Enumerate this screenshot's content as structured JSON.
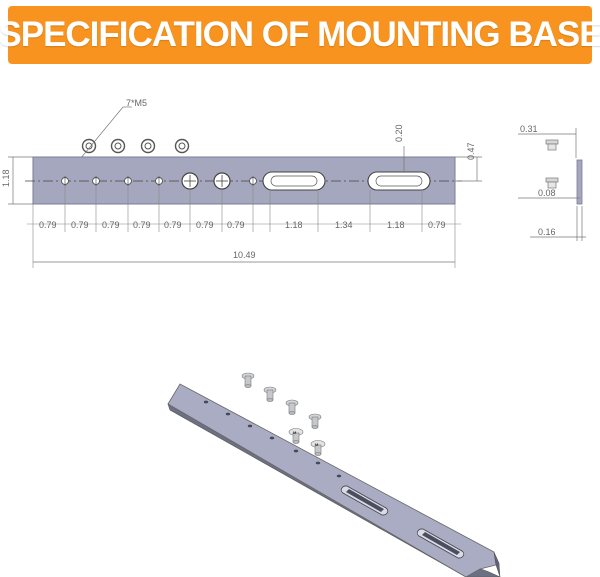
{
  "header": {
    "title": "SPECIFICATION OF MOUNTING BASE",
    "background_color": "#f7931e",
    "text_color": "#ffffff"
  },
  "drawing": {
    "part_color": "#a4a7bd",
    "screw_callout": "7*M5",
    "height_label": "1.18",
    "top_gap_label": "0.20",
    "right_gap_label": "0.47",
    "spacing_labels": [
      "0.79",
      "0.79",
      "0.79",
      "0.79",
      "0.79",
      "0.79",
      "0.79",
      "1.18",
      "1.34",
      "1.18",
      "0.79"
    ],
    "total_length_label": "10.49",
    "side_view": {
      "top_label": "0.31",
      "mid_label": "0.08",
      "bottom_label": "0.16"
    }
  },
  "isometric": {
    "screw_markings": [
      "M",
      "M"
    ]
  }
}
